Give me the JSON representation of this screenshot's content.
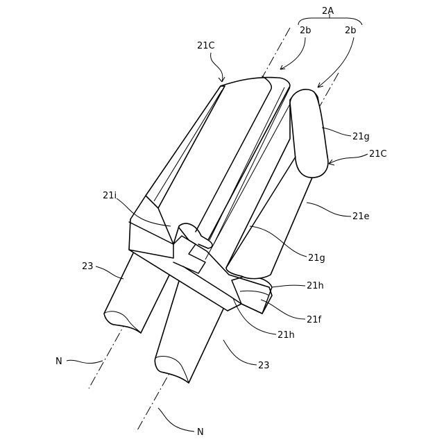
{
  "labels": {
    "group": "2A",
    "sub_left": "2b",
    "sub_right": "2b",
    "c_top": "21C",
    "c_right": "21C",
    "g_top": "21g",
    "e": "21e",
    "g_mid": "21g",
    "i": "21i",
    "h_right": "21h",
    "f": "21f",
    "h_bottom": "21h",
    "pipe_left": "23",
    "pipe_right": "23",
    "n_left": "N",
    "n_bottom": "N"
  }
}
